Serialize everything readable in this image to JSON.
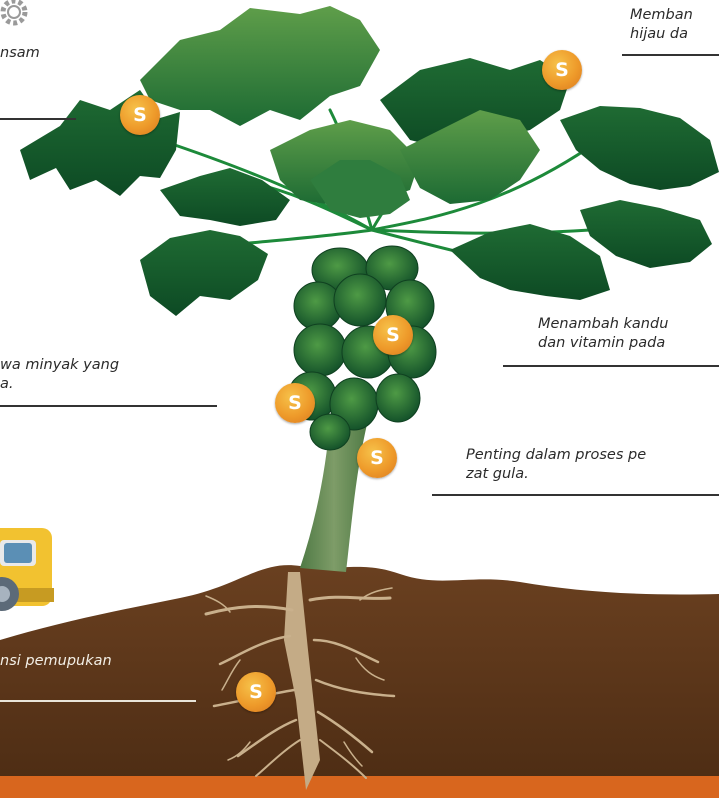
{
  "colors": {
    "soil": "#5a3519",
    "soil_dark": "#4a2a12",
    "subsoil_band": "#d8661e",
    "trunk": "#6f8f5c",
    "root": "#c9b08c",
    "leaf_dark": "#0f4d26",
    "leaf_light": "#6aa84f",
    "badge": "#ee9a2a"
  },
  "badge_letter": "S",
  "labels": {
    "top_left": "nsam",
    "top_right_line1": "Memban",
    "top_right_line2": "hijau da",
    "middle_left_line1": "wa minyak yang",
    "middle_left_line2": "a.",
    "middle_right_line1": "Menambah kandu",
    "middle_right_line2": "dan vitamin pada",
    "lower_right_line1": "Penting dalam proses pe",
    "lower_right_line2": "zat gula.",
    "bottom_left": "nsi pemupukan"
  }
}
